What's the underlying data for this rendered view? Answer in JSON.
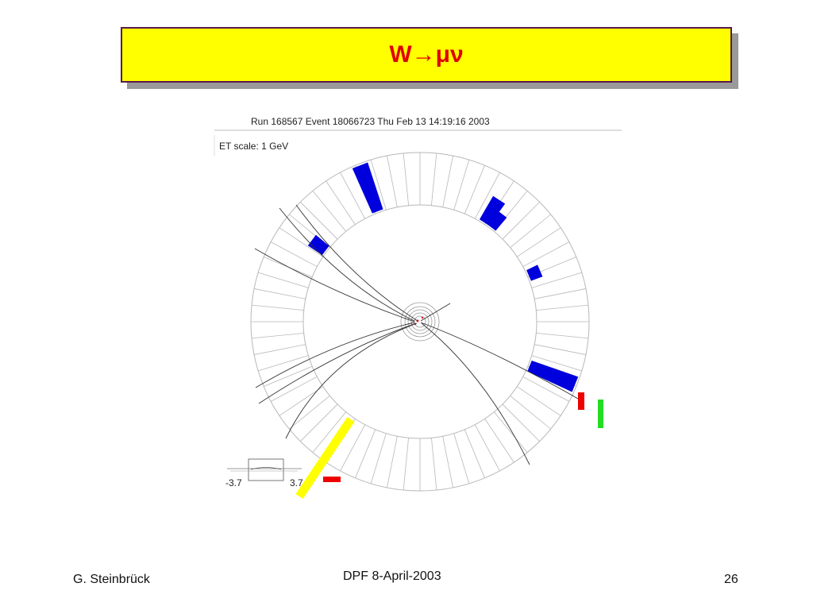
{
  "slide": {
    "title": "W→μν"
  },
  "event_display": {
    "run_info": "Run 168567 Event 18066723 Thu Feb 13 14:19:16 2003",
    "et_scale": "ET scale: 1 GeV",
    "eta_min_label": "-3.7",
    "eta_max_label": "3.7",
    "calorimeter_towers": [
      {
        "phi_deg": 111,
        "height": 1.0
      },
      {
        "phi_deg": 57,
        "height": 0.55
      },
      {
        "phi_deg": 53,
        "height": 0.35
      },
      {
        "phi_deg": 143,
        "height": 0.35
      },
      {
        "phi_deg": 23,
        "height": 0.25
      },
      {
        "phi_deg": -22,
        "height": 1.0
      }
    ],
    "colors": {
      "tower": "#0000dd",
      "muon_marker": "#ee0000",
      "muon_chamber": "#22dd22",
      "missing_et": "#ffff00",
      "track": "#333333",
      "grid": "#b8b8b8"
    }
  },
  "footer": {
    "author": "G. Steinbrück",
    "conference": "DPF 8-April-2003",
    "page_number": "26"
  }
}
